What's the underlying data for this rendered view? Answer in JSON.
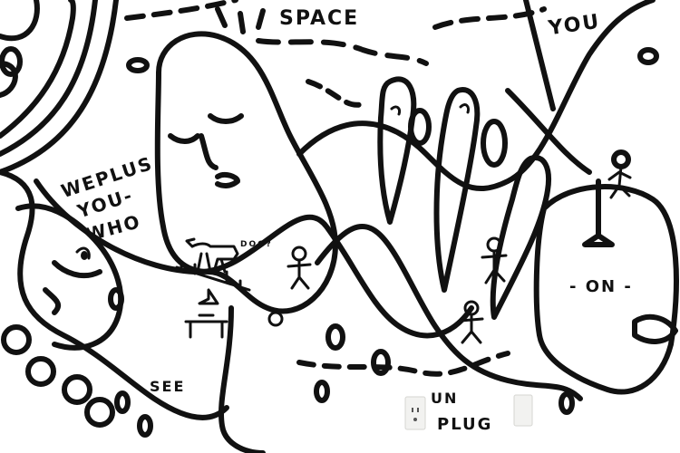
{
  "mural": {
    "words": {
      "space": "SPACE",
      "you": "YOU",
      "we_plus": "WEPLUS",
      "you_dash": "YOU-",
      "who": "WHO",
      "dog": "DOG?",
      "on": "- ON -",
      "see": "SEE",
      "un": "UN",
      "plug": "PLUG"
    },
    "colors": {
      "ink": "#111111",
      "wall": "#ffffff",
      "outlet_plate": "#f2f2f0"
    }
  }
}
